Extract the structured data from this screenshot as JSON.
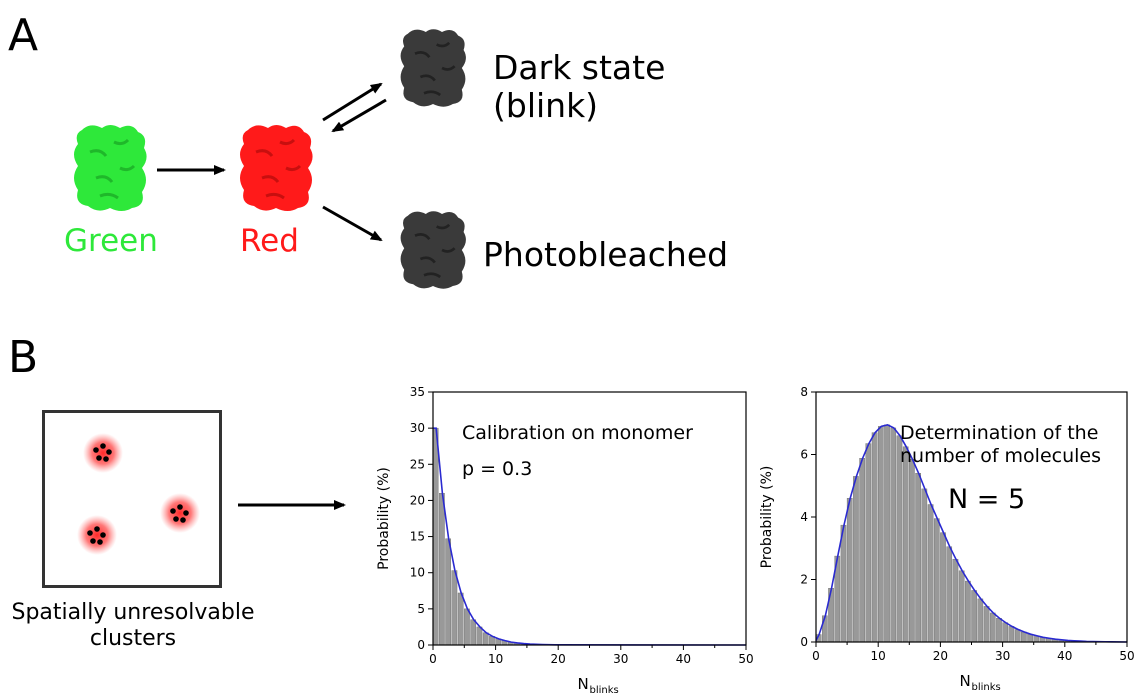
{
  "panel_a": {
    "letter": "A",
    "labels": {
      "green": "Green",
      "red": "Red"
    },
    "states": {
      "dark_line1": "Dark state",
      "dark_line2": "(blink)",
      "bleached": "Photobleached"
    },
    "colors": {
      "green": "#2ee83a",
      "red": "#ff1a1a",
      "dark": "#3a3a3a"
    }
  },
  "panel_b": {
    "letter": "B",
    "cluster_caption_line1": "Spatially unresolvable",
    "cluster_caption_line2": "clusters"
  },
  "chart_data": [
    {
      "type": "bar",
      "annotations": [
        "Calibration on monomer",
        "p = 0.3"
      ],
      "xlabel": "N",
      "xlabel_sub": "blinks",
      "ylabel": "Probability (%)",
      "xlim": [
        0,
        50
      ],
      "ylim": [
        0,
        35
      ],
      "xticks": [
        "0",
        "10",
        "20",
        "30",
        "40",
        "50"
      ],
      "yticks": [
        "0",
        "5",
        "10",
        "15",
        "20",
        "25",
        "30",
        "35"
      ],
      "x": [
        0,
        1,
        2,
        3,
        4,
        5,
        6,
        7,
        8,
        9,
        10,
        11,
        12,
        13,
        14,
        15,
        16,
        17,
        18,
        19,
        20
      ],
      "values": [
        30,
        21,
        14.7,
        10.3,
        7.2,
        5.0,
        3.5,
        2.5,
        1.7,
        1.2,
        0.85,
        0.6,
        0.4,
        0.29,
        0.2,
        0.14,
        0.1,
        0.07,
        0.05,
        0.03,
        0.02
      ],
      "fit_color": "#2a2ad0",
      "bar_color": "#999999"
    },
    {
      "type": "bar",
      "annotations": [
        "Determination of the",
        "number of molecules",
        "N = 5"
      ],
      "xlabel": "N",
      "xlabel_sub": "blinks",
      "ylabel": "Probability (%)",
      "xlim": [
        0,
        50
      ],
      "ylim": [
        0,
        8
      ],
      "xticks": [
        "0",
        "10",
        "20",
        "30",
        "40",
        "50"
      ],
      "yticks": [
        "0",
        "2",
        "4",
        "6",
        "8"
      ],
      "x": [
        0,
        1,
        2,
        3,
        4,
        5,
        6,
        7,
        8,
        9,
        10,
        11,
        12,
        13,
        14,
        15,
        16,
        17,
        18,
        19,
        20,
        21,
        22,
        23,
        24,
        25,
        26,
        27,
        28,
        29,
        30,
        31,
        32,
        33,
        34,
        35,
        36,
        37,
        38,
        39,
        40,
        41,
        42,
        43,
        44,
        45,
        46,
        47
      ],
      "values": [
        0.24,
        0.84,
        1.72,
        2.75,
        3.74,
        4.6,
        5.3,
        5.88,
        6.35,
        6.7,
        6.9,
        6.95,
        6.85,
        6.6,
        6.25,
        5.85,
        5.4,
        4.9,
        4.4,
        3.95,
        3.5,
        3.05,
        2.65,
        2.28,
        1.95,
        1.65,
        1.38,
        1.14,
        0.93,
        0.76,
        0.62,
        0.5,
        0.4,
        0.32,
        0.25,
        0.2,
        0.15,
        0.12,
        0.09,
        0.07,
        0.05,
        0.04,
        0.03,
        0.02,
        0.015,
        0.01,
        0.008,
        0.005
      ],
      "fit_color": "#2a2ad0",
      "bar_color": "#999999"
    }
  ]
}
